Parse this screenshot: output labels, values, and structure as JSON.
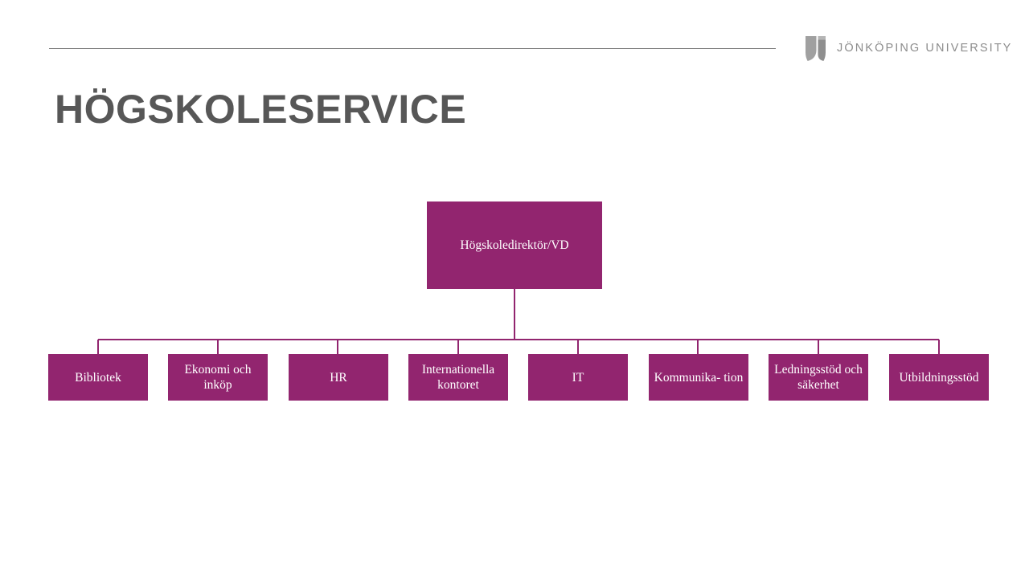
{
  "slide": {
    "title": "HÖGSKOLESERVICE",
    "background_color": "#ffffff",
    "title_color": "#575757",
    "accent_color": "#92256f",
    "rule_color": "#7a7a7a"
  },
  "logo": {
    "mark_name": "jonkoping-university-shield",
    "wordmark": "JÖNKÖPING UNIVERSITY",
    "color": "#8c8c8c"
  },
  "org_chart": {
    "root": {
      "label": "Högskoledirektör/VD"
    },
    "children": [
      {
        "label": "Bibliotek",
        "wrap": false
      },
      {
        "label": "Ekonomi och inköp",
        "wrap": true
      },
      {
        "label": "HR",
        "wrap": false
      },
      {
        "label": "Internationella kontoret",
        "wrap": true
      },
      {
        "label": "IT",
        "wrap": false
      },
      {
        "label": "Kommunika-\ntion",
        "wrap": true
      },
      {
        "label": "Ledningsstöd och säkerhet",
        "wrap": true
      },
      {
        "label": "Utbildningsstöd",
        "wrap": false
      }
    ]
  }
}
